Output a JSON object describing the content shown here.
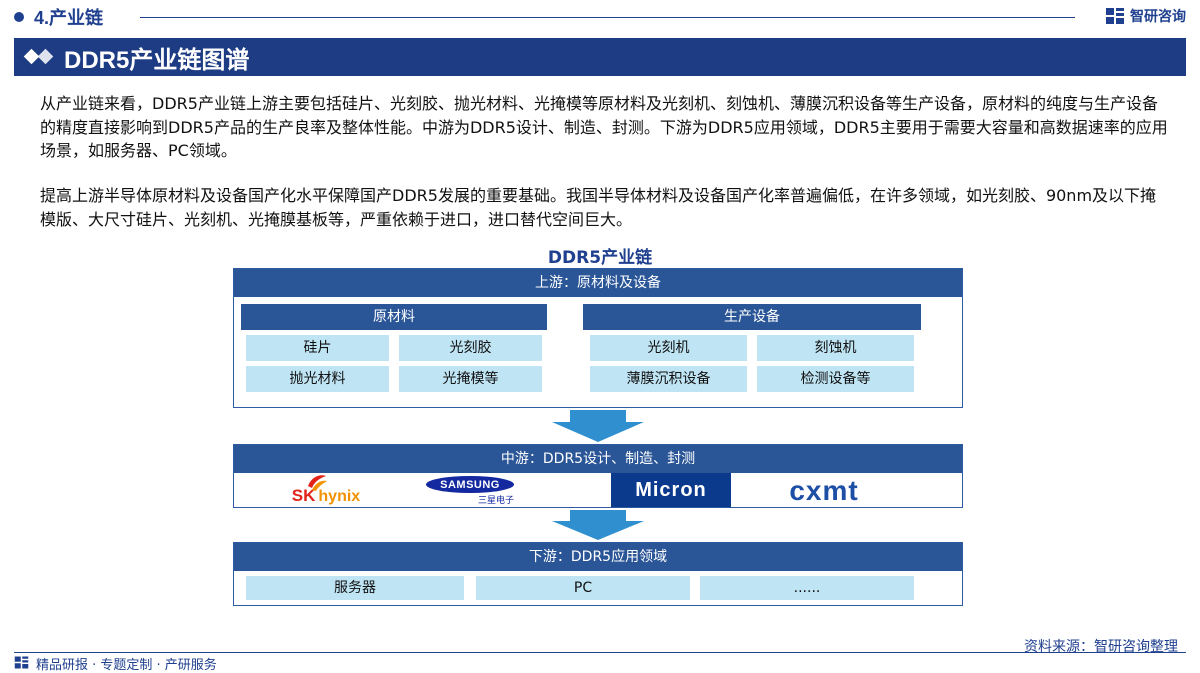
{
  "header": {
    "section": "4.产业链",
    "brand": "智研咨询",
    "page_title": "DDR5产业链图谱"
  },
  "text": {
    "paragraph1": "从产业链来看，DDR5产业链上游主要包括硅片、光刻胶、抛光材料、光掩模等原材料及光刻机、刻蚀机、薄膜沉积设备等生产设备，原材料的纯度与生产设备的精度直接影响到DDR5产品的生产良率及整体性能。中游为DDR5设计、制造、封测。下游为DDR5应用领域，DDR5主要用于需要大容量和高数据速率的应用场景，如服务器、PC领域。",
    "paragraph2": "提高上游半导体原材料及设备国产化水平保障国产DDR5发展的重要基础。我国半导体材料及设备国产化率普遍偏低，在许多领域，如光刻胶、90nm及以下掩模版、大尺寸硅片、光刻机、光掩膜基板等，严重依赖于进口，进口替代空间巨大。"
  },
  "diagram": {
    "title": "DDR5产业链",
    "upstream": {
      "label": "上游：原材料及设备",
      "materials": {
        "label": "原材料",
        "items": [
          "硅片",
          "光刻胶",
          "抛光材料",
          "光掩模等"
        ]
      },
      "equipment": {
        "label": "生产设备",
        "items": [
          "光刻机",
          "刻蚀机",
          "薄膜沉积设备",
          "检测设备等"
        ]
      }
    },
    "midstream": {
      "label": "中游：DDR5设计、制造、封测",
      "companies": {
        "skhynix_sk": "SK",
        "skhynix_name": "hynix",
        "samsung": "SAMSUNG",
        "samsung_sub": "三星电子",
        "micron": "Micron",
        "cxmt": "cxmt"
      }
    },
    "downstream": {
      "label": "下游：DDR5应用领域",
      "items": [
        "服务器",
        "PC",
        "......"
      ]
    }
  },
  "footer": {
    "source": "资料来源：智研咨询整理",
    "tagline": "精品研报 · 专题定制 · 产研服务"
  },
  "colors": {
    "brand_blue": "#1d3c84",
    "header_blue": "#2a5597",
    "cell_blue": "#bfe4f4",
    "arrow_blue": "#2f8fcf",
    "sk_red": "#e2231a",
    "hynix_orange": "#f39200",
    "samsung_blue": "#1428a0",
    "micron_blue": "#0b3a8c",
    "cxmt_blue": "#1e4fa6"
  }
}
